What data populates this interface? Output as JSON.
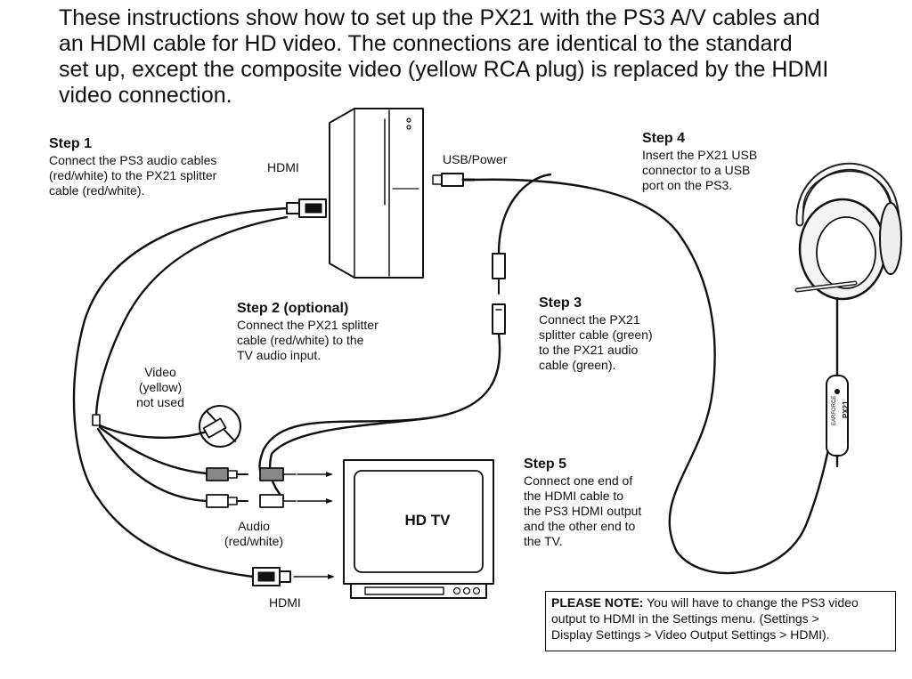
{
  "intro": {
    "lines": [
      "These instructions show how to set up the PX21 with the PS3 A/V cables and",
      "an HDMI cable for HD video. The connections are identical to the standard",
      "set up, except the composite video (yellow RCA plug) is replaced by the HDMI",
      "video connection."
    ]
  },
  "steps": {
    "step1": {
      "title": "Step 1",
      "lines": [
        "Connect the PS3 audio cables",
        "(red/white) to the PX21 splitter",
        "cable (red/white)."
      ]
    },
    "step2": {
      "title": "Step 2 (optional)",
      "lines": [
        "Connect the PX21 splitter",
        "cable (red/white) to the",
        "TV audio input."
      ]
    },
    "step3": {
      "title": "Step 3",
      "lines": [
        "Connect the PX21",
        "splitter cable (green)",
        "to the PX21 audio",
        "cable (green)."
      ]
    },
    "step4": {
      "title": "Step 4",
      "lines": [
        "Insert the PX21 USB",
        "connector to a USB",
        "port on the PS3."
      ]
    },
    "step5": {
      "title": "Step 5",
      "lines": [
        "Connect one end of",
        "the HDMI cable to",
        "the PS3 HDMI output",
        "and the other end to",
        "the TV."
      ]
    }
  },
  "labels": {
    "hdmi_top": "HDMI",
    "usb_power": "USB/Power",
    "video_lines": [
      "Video",
      "(yellow)",
      "not used"
    ],
    "audio_lines": [
      "Audio",
      "(red/white)"
    ],
    "hdmi_bottom": "HDMI",
    "tv": "HD TV",
    "controller_brand": "EARFORCE",
    "controller_model": "PX21"
  },
  "note": {
    "bold": "PLEASE NOTE:",
    "line1": " You will have to change the PS3 video",
    "line2": "output to HDMI in the Settings menu.  (Settings >",
    "line3": "Display Settings > Video Output Settings > HDMI)."
  }
}
